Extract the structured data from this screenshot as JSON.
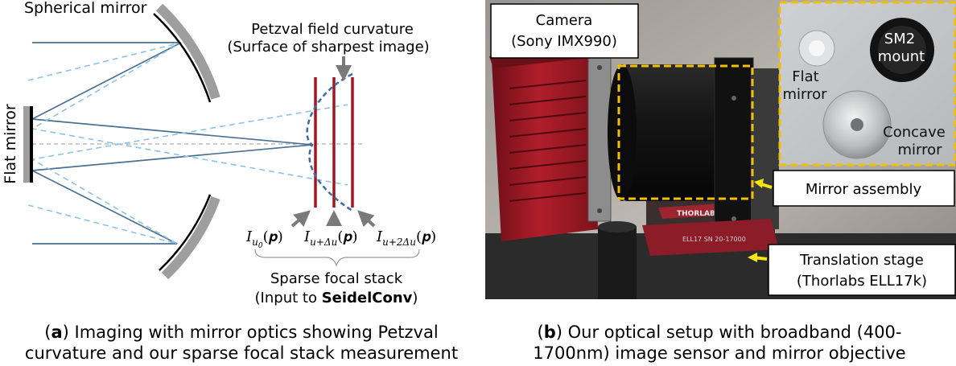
{
  "panel_a": {
    "spherical_mirror_label": "Spherical mirror",
    "flat_mirror_label": "Flat mirror",
    "petzval_title": "Petzval field curvature",
    "petzval_subtitle": "(Surface of sharpest image)",
    "stack_labels": [
      {
        "base": "I",
        "sub": "u",
        "subsub": "0",
        "arg": "(𝒑)"
      },
      {
        "base": "I",
        "sub": "u+Δu",
        "subsub": "",
        "arg": "(𝒑)"
      },
      {
        "base": "I",
        "sub": "u+2Δu",
        "subsub": "",
        "arg": "(𝒑)"
      }
    ],
    "focal_stack_line1": "Sparse focal stack",
    "focal_stack_line2_prefix": "(Input to ",
    "focal_stack_line2_bold": "SeidelConv",
    "focal_stack_line2_suffix": ")",
    "colors": {
      "solid_ray": "#4a7194",
      "dashed_ray": "#8cc3e8",
      "sensor": "#a31621",
      "curve": "#3e6aa8",
      "mirror_gray": "#9e9e9e"
    }
  },
  "panel_b": {
    "camera_label_line1": "Camera",
    "camera_label_line2": "(Sony IMX990)",
    "mirror_assembly_label": "Mirror assembly",
    "translation_stage_line1": "Translation stage",
    "translation_stage_line2": "(Thorlabs ELL17k)",
    "inset_labels": {
      "sm2_line1": "SM2",
      "sm2_line2": "mount",
      "flat_line1": "Flat",
      "flat_line2": "mirror",
      "concave_line1": "Concave",
      "concave_line2": "mirror"
    },
    "rail_text": "THORLABS",
    "stage_text": "ELL17 SN 20-17000",
    "colors": {
      "highlight": "#f2c000",
      "arrow": "#f6e510",
      "camera_red": "#b01e2a"
    }
  },
  "captions": {
    "a_label": "a",
    "a_line1": ") Imaging with mirror optics showing Petzval",
    "a_line2": "curvature and our sparse focal stack measurement",
    "b_label": "b",
    "b_line1": ") Our optical setup with broadband (400-",
    "b_line2": "1700nm) image sensor and mirror objective"
  }
}
